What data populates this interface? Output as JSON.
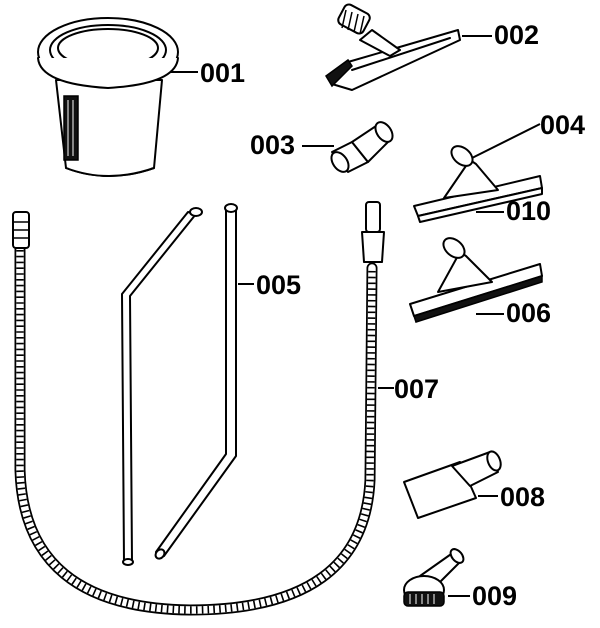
{
  "parts": [
    {
      "id": "p001",
      "label": "001"
    },
    {
      "id": "p002",
      "label": "002"
    },
    {
      "id": "p003",
      "label": "003"
    },
    {
      "id": "p004",
      "label": "004"
    },
    {
      "id": "p010",
      "label": "010"
    },
    {
      "id": "p005",
      "label": "005"
    },
    {
      "id": "p006",
      "label": "006"
    },
    {
      "id": "p007",
      "label": "007"
    },
    {
      "id": "p008",
      "label": "008"
    },
    {
      "id": "p009",
      "label": "009"
    }
  ],
  "leader_prefix": "—"
}
